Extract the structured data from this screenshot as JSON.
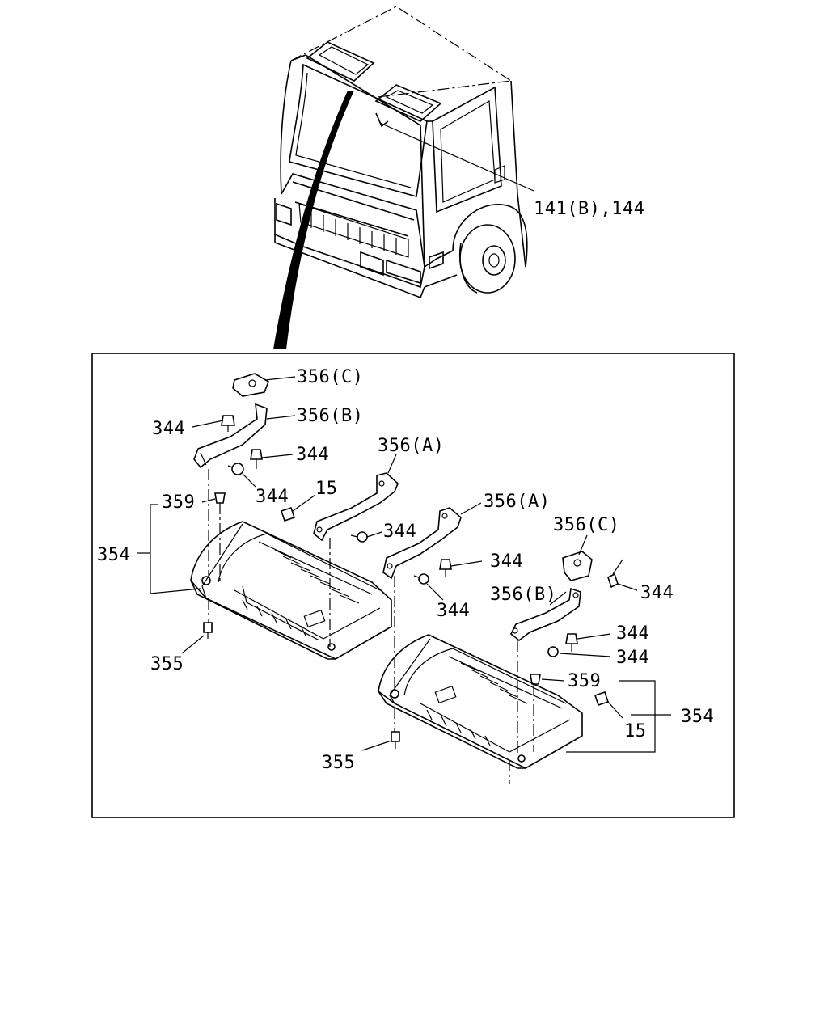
{
  "callouts": {
    "cab_ref": "141(B),144",
    "bracket_c_left": "356(C)",
    "bracket_b_left": "356(B)",
    "bolt_a": "344",
    "bolt_b": "344",
    "bolt_c": "344",
    "clip_left": "359",
    "panel_left": "354",
    "clip15_left": "15",
    "bracket_a_left": "356(A)",
    "bolt_d": "344",
    "bracket_a_right": "356(A)",
    "bolt_e": "344",
    "bolt_f": "344",
    "bracket_c_right": "356(C)",
    "bolt_g": "344",
    "bracket_b_right": "356(B)",
    "bolt_h": "344",
    "bolt_i": "344",
    "screw_left": "355",
    "clip_right": "359",
    "panel_right": "354",
    "clip15_right": "15",
    "screw_right": "355"
  }
}
